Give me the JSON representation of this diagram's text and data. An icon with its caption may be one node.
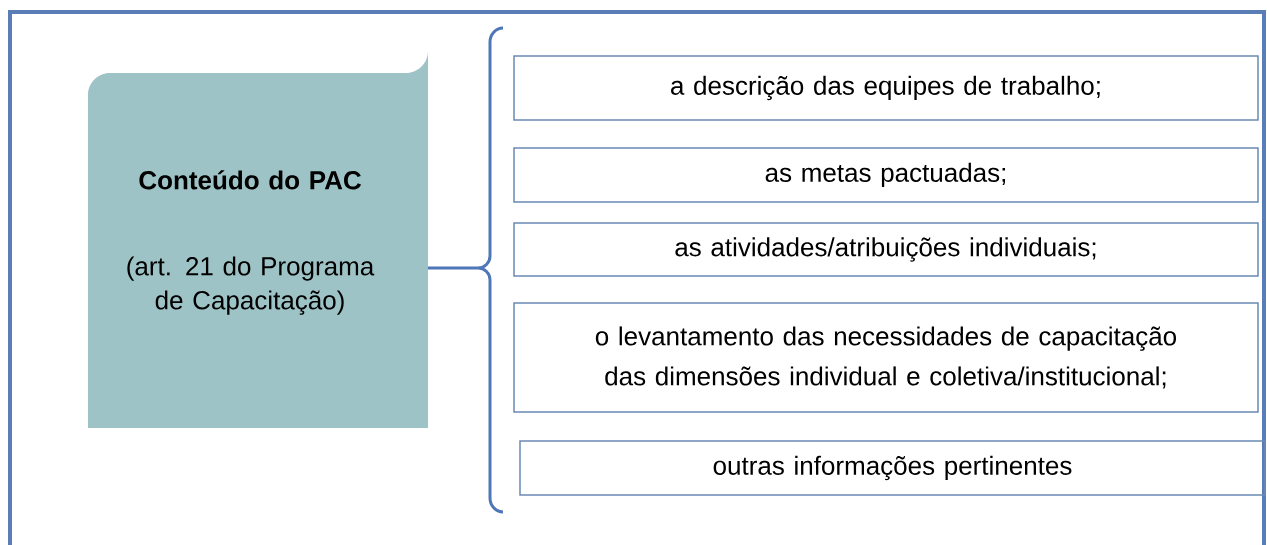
{
  "diagram": {
    "nodes": [
      {
        "text": [
          "Conteúdo do PAC",
          "(art. 21 do Programa de Capacitação)"
        ]
      },
      {
        "text": [
          "a descrição das equipes de trabalho;"
        ]
      },
      {
        "text": [
          "as metas pactuadas;"
        ]
      },
      {
        "text": [
          "as atividades/atribuições individuais;"
        ]
      },
      {
        "text": [
          "o levantamento das necessidades de capacitação das dimensões individual e coletiva/institucional;"
        ]
      },
      {
        "text": [
          "outras informações pertinentes"
        ]
      }
    ]
  }
}
